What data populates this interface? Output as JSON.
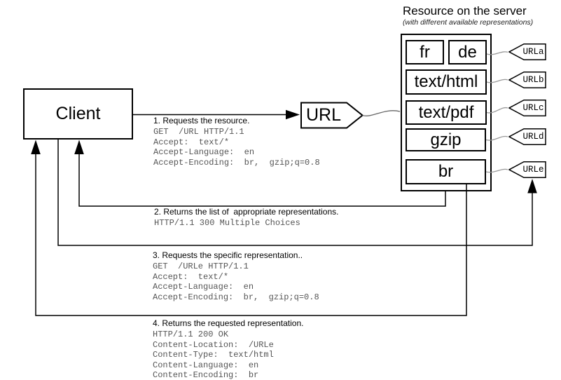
{
  "colors": {
    "line": "#000000",
    "mono_text": "#555555",
    "connector": "#999999",
    "background": "#ffffff"
  },
  "server": {
    "title": "Resource on the server",
    "subtitle": "(with different available representations)",
    "representations": [
      {
        "label": "fr"
      },
      {
        "label": "de"
      },
      {
        "label": "text/html"
      },
      {
        "label": "text/pdf"
      },
      {
        "label": "gzip"
      },
      {
        "label": "br"
      }
    ],
    "tags": [
      {
        "label": "URLa"
      },
      {
        "label": "URLb"
      },
      {
        "label": "URLc"
      },
      {
        "label": "URLd"
      },
      {
        "label": "URLe"
      }
    ]
  },
  "client": {
    "label": "Client"
  },
  "url_node": {
    "label": "URL"
  },
  "messages": [
    {
      "label": "1. Requests the resource.",
      "body": "GET  /URL HTTP/1.1\nAccept:  text/*\nAccept-Language:  en\nAccept-Encoding:  br,  gzip;q=0.8"
    },
    {
      "label": "2. Returns the list of  appropriate representations.",
      "body": "HTTP/1.1 300 Multiple Choices"
    },
    {
      "label": "3. Requests the specific representation..",
      "body": "GET  /URLe HTTP/1.1\nAccept:  text/*\nAccept-Language:  en\nAccept-Encoding:  br,  gzip;q=0.8"
    },
    {
      "label": "4. Returns the requested representation.",
      "body": "HTTP/1.1 200 OK\nContent-Location:  /URLe\nContent-Type:  text/html\nContent-Language:  en\nContent-Encoding:  br"
    }
  ]
}
